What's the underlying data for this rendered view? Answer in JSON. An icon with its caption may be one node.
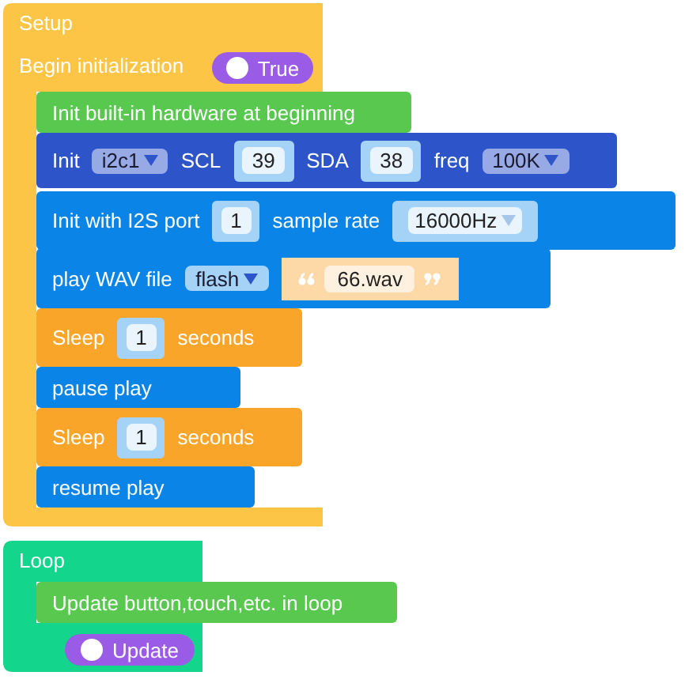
{
  "diagram": {
    "nodes": [
      {
        "text": [
          "Setup",
          "Begin initialization"
        ]
      },
      {
        "text": [
          "True"
        ],
        "in": 0
      },
      {
        "text": [
          "Init built-in hardware at beginning"
        ]
      },
      {
        "text": [
          "Init",
          "SCL",
          "SDA",
          "freq"
        ]
      },
      {
        "text": [
          "i2c1"
        ],
        "in": 3
      },
      {
        "text": [
          "39"
        ],
        "in": 3
      },
      {
        "text": [
          "38"
        ],
        "in": 3
      },
      {
        "text": [
          "100K"
        ],
        "in": 3
      },
      {
        "text": [
          "Init with I2S port",
          "sample rate"
        ]
      },
      {
        "text": [
          "1"
        ],
        "in": 8
      },
      {
        "text": [
          "16000Hz"
        ],
        "in": 8
      },
      {
        "text": [
          "play WAV file"
        ]
      },
      {
        "text": [
          "flash"
        ],
        "in": 11
      },
      {
        "text": [
          "66.wav"
        ],
        "in": 11
      },
      {
        "text": [
          "Sleep",
          "seconds"
        ],
        "in": 0
      },
      {
        "text": [
          "1"
        ],
        "in": 14
      },
      {
        "text": [
          "pause play"
        ],
        "in": 0
      },
      {
        "text": [
          "Sleep",
          "seconds"
        ],
        "in": 0
      },
      {
        "text": [
          "1"
        ],
        "in": 17
      },
      {
        "text": [
          "resume play"
        ],
        "in": 0
      },
      {
        "text": [
          "Loop"
        ]
      },
      {
        "text": [
          "Update button,touch,etc. in loop"
        ]
      },
      {
        "text": [
          "Update"
        ],
        "in": 20
      }
    ]
  }
}
